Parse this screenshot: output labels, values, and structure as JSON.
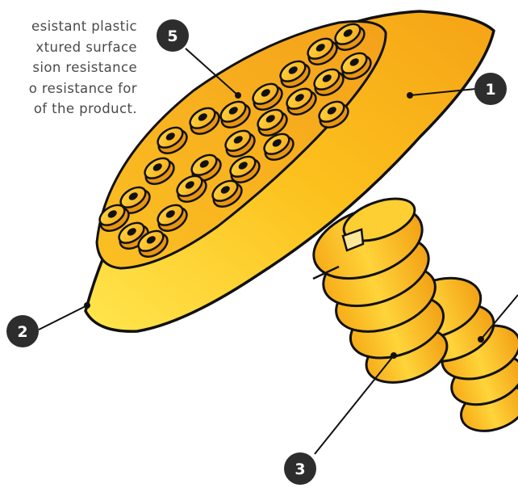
{
  "caption_lines": [
    "esistant plastic",
    "xtured surface",
    "sion resistance",
    "o resistance for",
    "of the product."
  ],
  "callouts": [
    {
      "id": "1",
      "label": "1"
    },
    {
      "id": "2",
      "label": "2"
    },
    {
      "id": "3",
      "label": "3"
    },
    {
      "id": "5",
      "label": "5"
    }
  ],
  "colors": {
    "body_light": "#ffe24a",
    "body_mid": "#fcc21c",
    "body_dark": "#f29e13",
    "outline": "#111111",
    "callout_fill": "#2d2d2d",
    "callout_text": "#ffffff",
    "caption_text": "#4a4a4a"
  }
}
